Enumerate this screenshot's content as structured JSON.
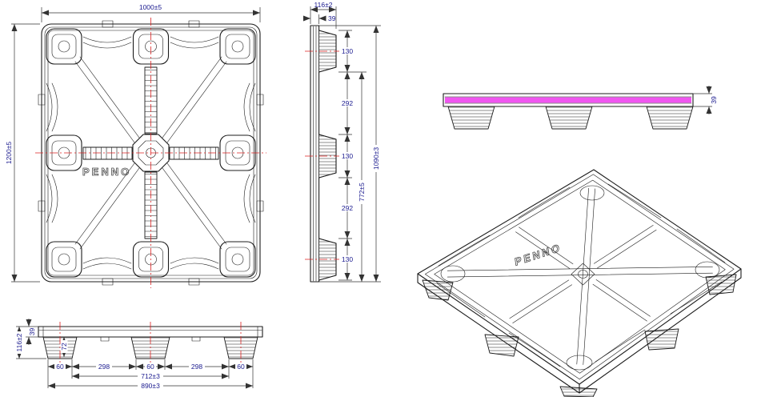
{
  "drawing": {
    "background": "#ffffff",
    "line_color": "#1c1c1c",
    "dim_line_color": "#333333",
    "dim_text_color": "#1b1b8f",
    "centerline_color": "#dd2222",
    "highlight_color": "#ee44ee",
    "brand": "PENNO"
  },
  "top_view": {
    "dim_width": "1000±5",
    "dim_height": "1200±5",
    "brand": "PENNO"
  },
  "side_view": {
    "dim_width": "116±2",
    "dim_deck": "39",
    "chain": [
      "130",
      "292",
      "130",
      "292",
      "130"
    ],
    "dim_span": "772±5",
    "dim_overall": "1090±3"
  },
  "elevation_view": {
    "dim_deck": "39"
  },
  "front_view": {
    "dim_height": "116±2",
    "dim_deck": "39",
    "dim_foot": "72",
    "chain": [
      "60",
      "298",
      "60",
      "298",
      "60"
    ],
    "dim_span": "712±3",
    "dim_overall": "890±3"
  },
  "iso_view": {
    "brand": "PENNO"
  }
}
